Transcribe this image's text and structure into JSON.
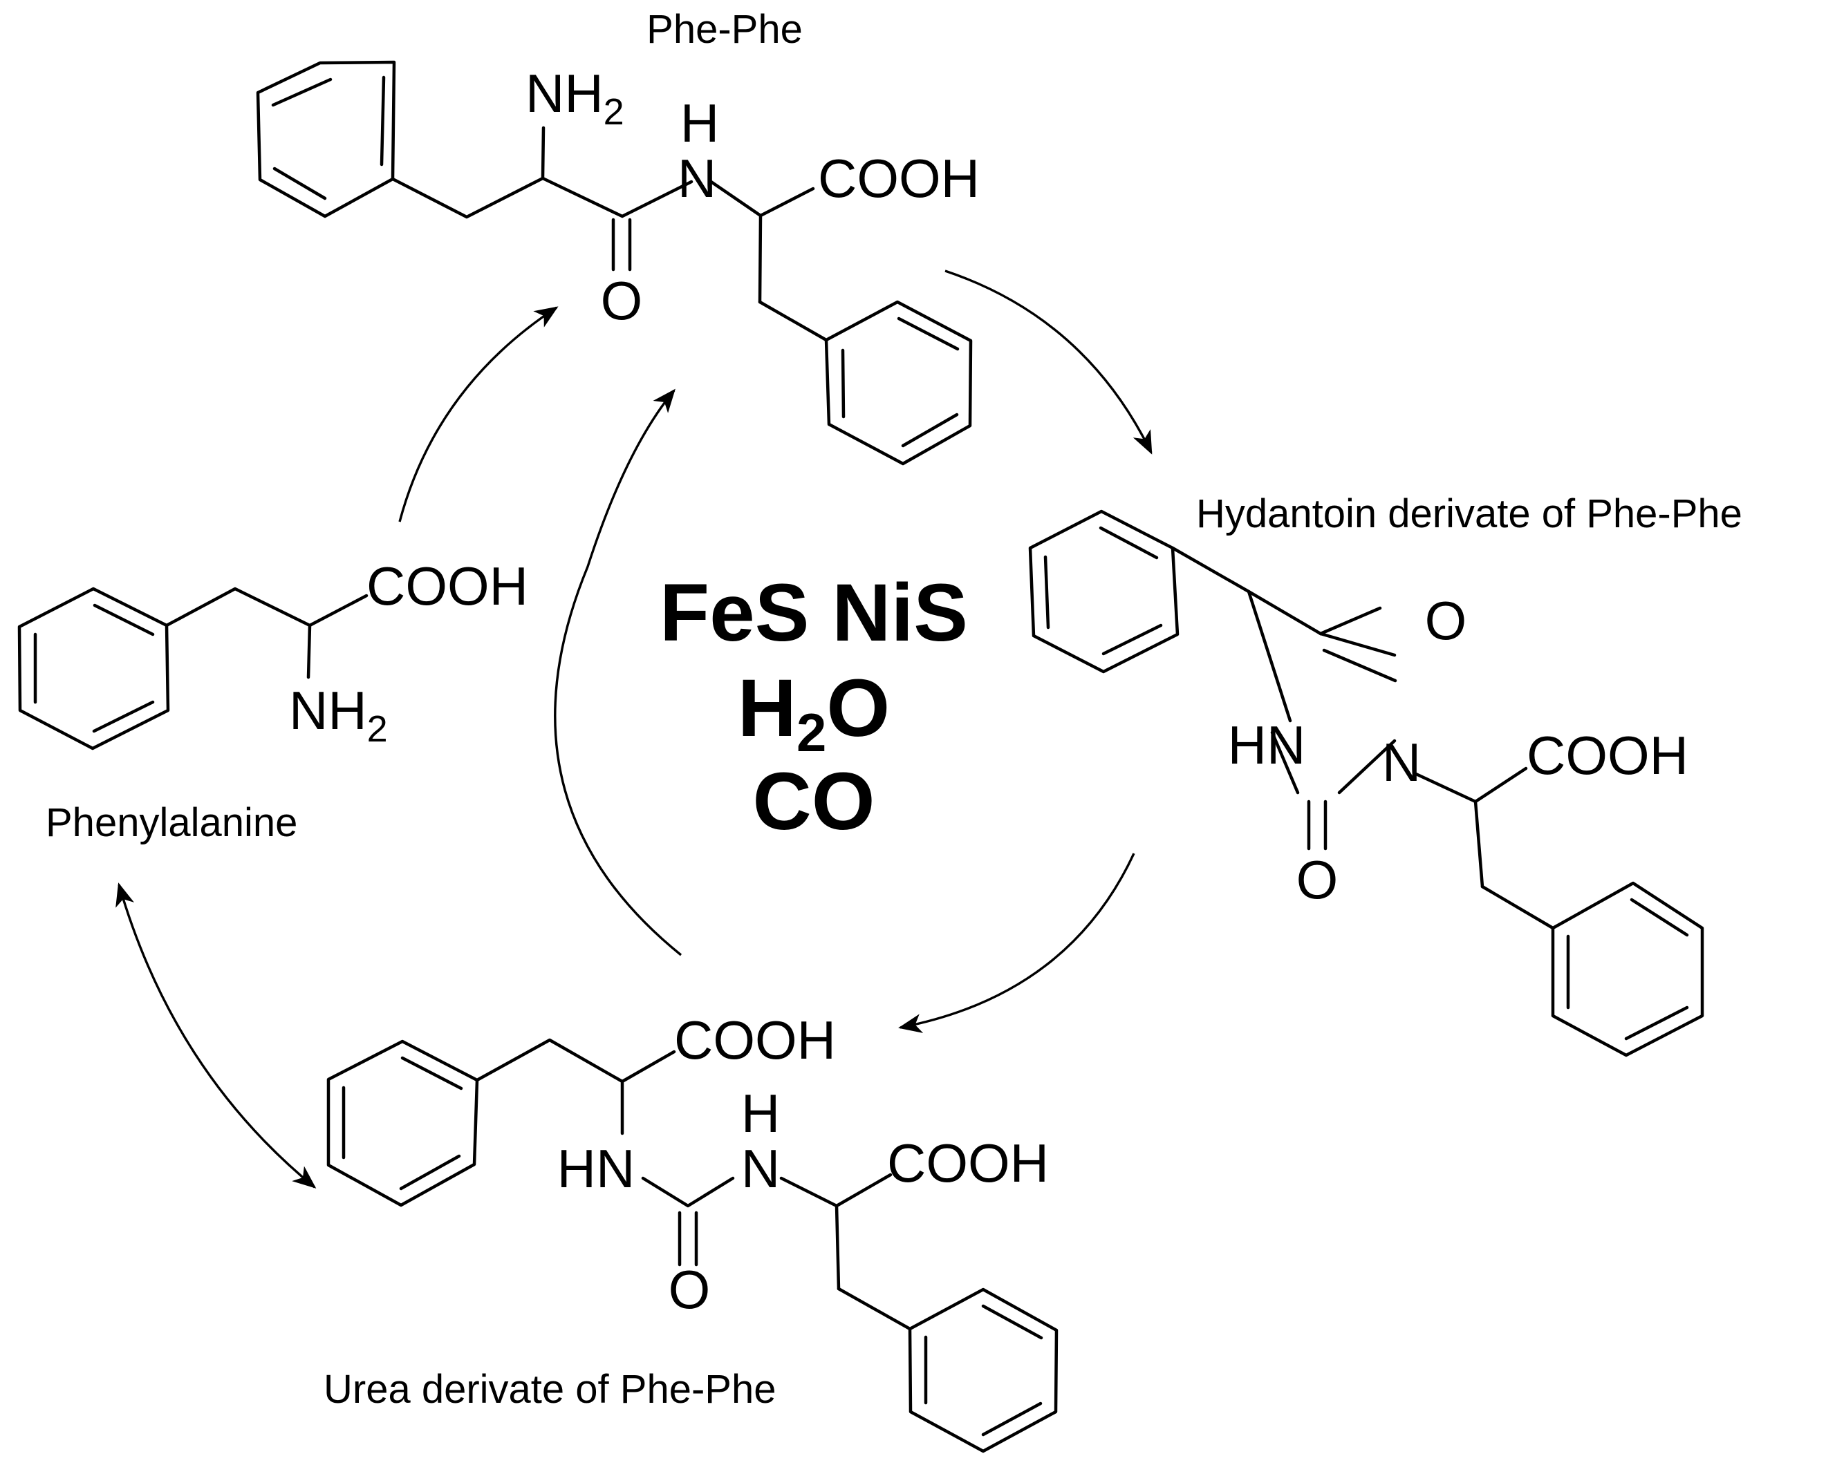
{
  "captions": {
    "phe_phe": "Phe-Phe",
    "hydantoin": "Hydantoin derivate of Phe-Phe",
    "phenylalanine": "Phenylalanine",
    "urea": "Urea derivate of Phe-Phe"
  },
  "conditions": {
    "catalysts": "FeS NiS",
    "water_main": "H",
    "water_sub": "2",
    "water_tail": "O",
    "gas": "CO"
  },
  "atoms": {
    "amine_main": "NH",
    "amine_sub": "2",
    "h": "H",
    "n": "N",
    "hn": "HN",
    "o": "O",
    "cooh": "COOH"
  }
}
